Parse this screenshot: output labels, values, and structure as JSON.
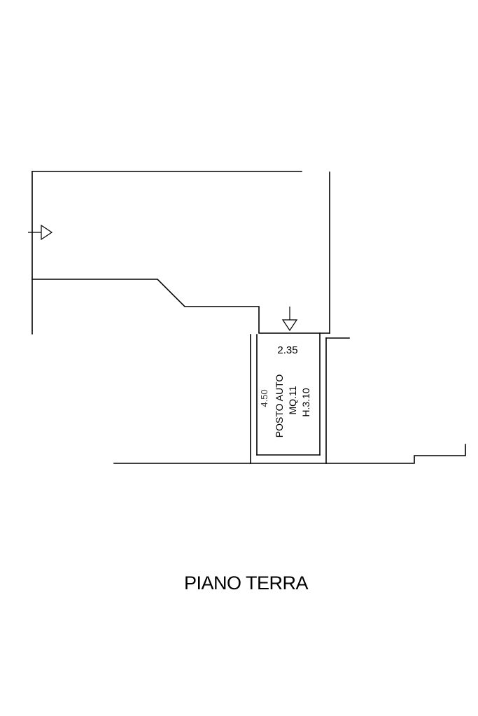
{
  "plan": {
    "width_dimension": "2.35",
    "length_dimension": "4.50",
    "room_name": "POSTO AUTO",
    "area": "MQ.11",
    "height": "H.3.10"
  },
  "title": "PIANO TERRA"
}
